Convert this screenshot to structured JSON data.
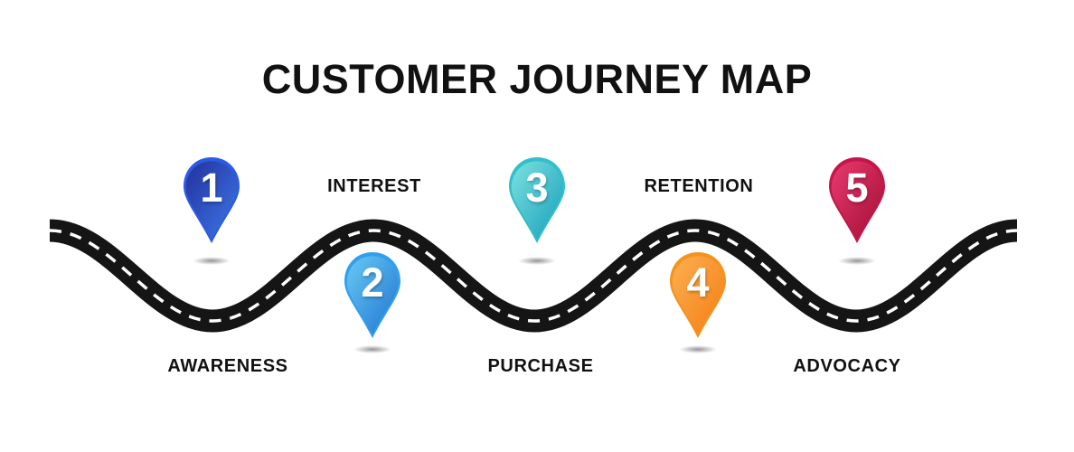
{
  "title": "CUSTOMER JOURNEY MAP",
  "background_color": "#FFFFFF",
  "text_color": "#111111",
  "road": {
    "asphalt_color": "#151515",
    "lane_marking_color": "#FFFFFF"
  },
  "stages": [
    {
      "number": "1",
      "label": "AWARENESS",
      "label_position": "below-road",
      "pin_position": "above-road",
      "colors": {
        "rim": "#2B5BE4",
        "grad_start": "#24309E",
        "grad_end": "#3B7AE8"
      }
    },
    {
      "number": "2",
      "label": "INTEREST",
      "label_position": "above-road",
      "pin_position": "below-road",
      "colors": {
        "rim": "#2FA0EC",
        "grad_start": "#67CAF3",
        "grad_end": "#2173D2"
      }
    },
    {
      "number": "3",
      "label": "PURCHASE",
      "label_position": "below-road",
      "pin_position": "above-road",
      "colors": {
        "rim": "#30BFCB",
        "grad_start": "#7CE2DF",
        "grad_end": "#179EBC"
      }
    },
    {
      "number": "4",
      "label": "RETENTION",
      "label_position": "above-road",
      "pin_position": "below-road",
      "colors": {
        "rim": "#F6921E",
        "grad_start": "#FBB052",
        "grad_end": "#F57D12"
      }
    },
    {
      "number": "5",
      "label": "ADVOCACY",
      "label_position": "below-road",
      "pin_position": "above-road",
      "colors": {
        "rim": "#C4164A",
        "grad_start": "#E83A6F",
        "grad_end": "#A30E35"
      }
    }
  ]
}
